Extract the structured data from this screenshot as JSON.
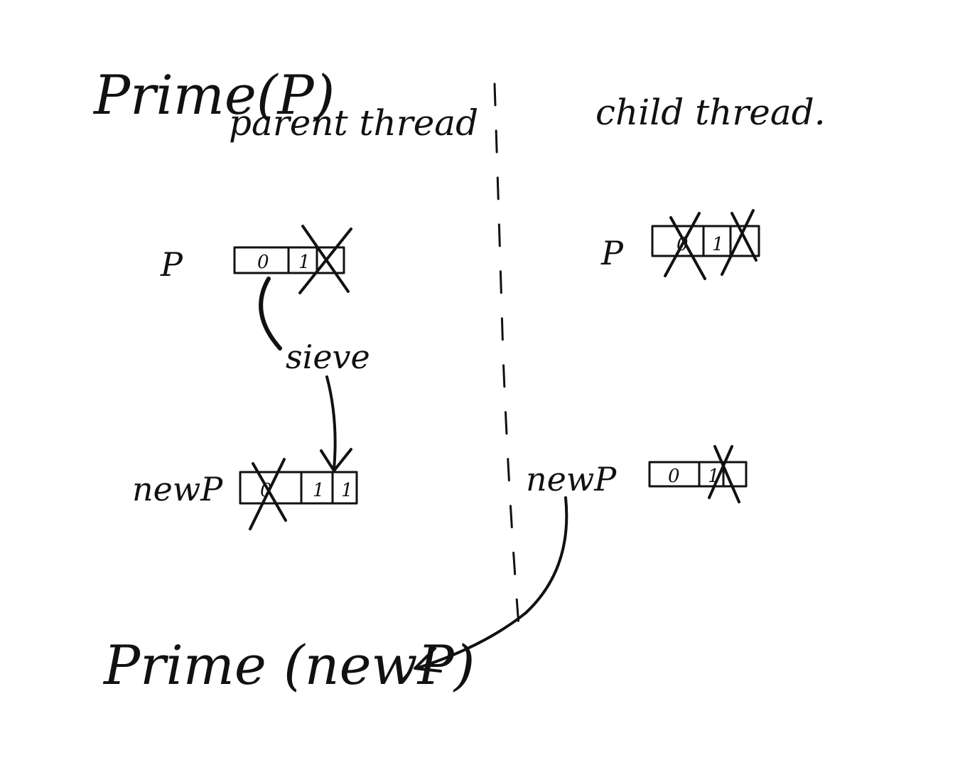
{
  "diagram": {
    "title_call": "Prime(P)",
    "final_call": "Prime (newP)",
    "parent_column": {
      "heading": "parent thread",
      "p_label": "P",
      "p_cells": [
        "0",
        "1",
        ""
      ],
      "sieve_label": "sieve",
      "newp_label": "newP",
      "newp_cells": [
        "0",
        "1",
        "1"
      ]
    },
    "child_column": {
      "heading": "child thread.",
      "p_label": "P",
      "p_cells": [
        "0",
        "1",
        ""
      ],
      "newp_label": "newP",
      "newp_cells": [
        "0",
        "1"
      ]
    },
    "colors": {
      "ink": "#111111",
      "background": "#ffffff"
    }
  }
}
